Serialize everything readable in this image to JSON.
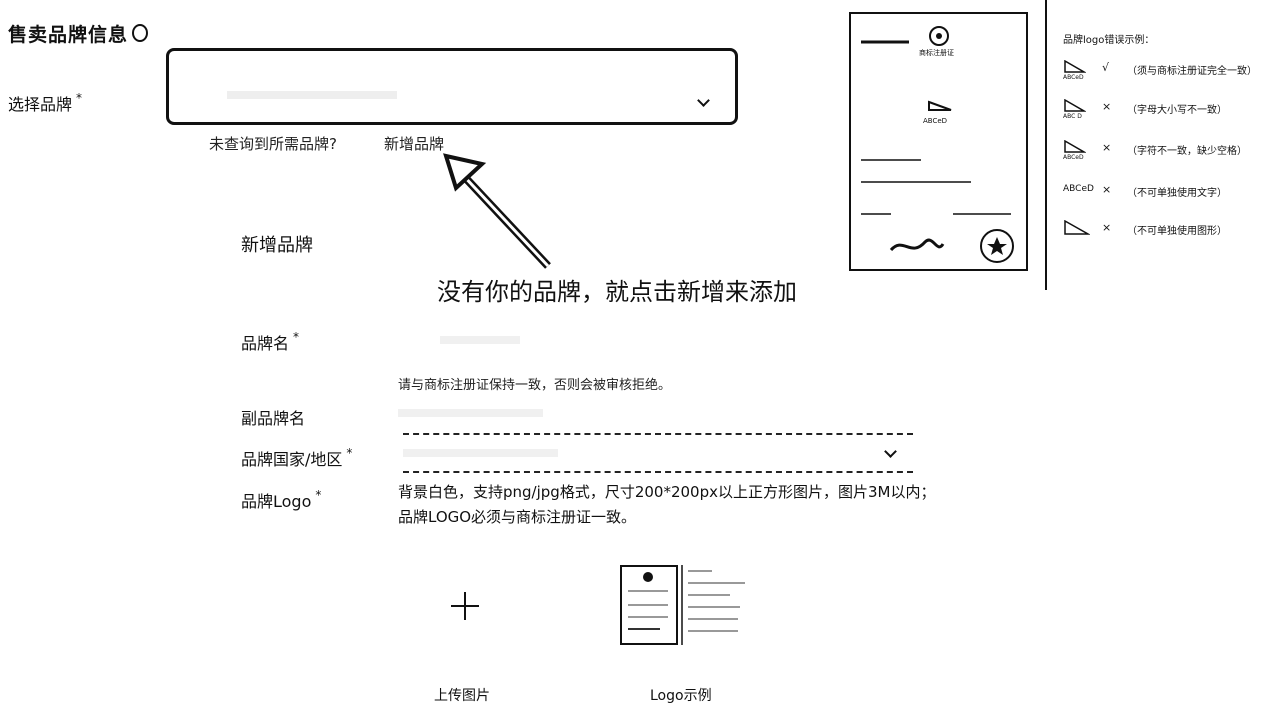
{
  "section": {
    "title": "售卖品牌信息"
  },
  "brand_select": {
    "label": "选择品牌",
    "required_mark": "*",
    "value": "",
    "not_found_text": "未查询到所需品牌?",
    "add_link": "新增品牌"
  },
  "annotation": {
    "text": "没有你的品牌，就点击新增来添加"
  },
  "new_brand": {
    "heading": "新增品牌",
    "fields": {
      "brand_name_label": "品牌名",
      "brand_name_required": "*",
      "brand_name_hint": "请与商标注册证保持一致，否则会被审核拒绝。",
      "sub_brand_label": "副品牌名",
      "country_label": "品牌国家/地区",
      "country_required": "*",
      "logo_label": "品牌Logo",
      "logo_required": "*",
      "logo_hint_line1": "背景白色，支持png/jpg格式，尺寸200*200px以上正方形图片，图片3M以内；",
      "logo_hint_line2": "品牌LOGO必须与商标注册证一致。"
    },
    "upload_label": "上传图片",
    "logo_example_label": "Logo示例"
  },
  "error_examples": {
    "title": "品牌logo错误示例：",
    "items": [
      {
        "sub": "ABCeD",
        "mark": "√",
        "desc": "（须与商标注册证完全一致）"
      },
      {
        "sub": "ABC D",
        "mark": "×",
        "desc": "（字母大小写不一致）"
      },
      {
        "sub": "ABCeD",
        "mark": "×",
        "desc": "（字符不一致，缺少空格）"
      },
      {
        "sub": "ABCeD",
        "mark": "×",
        "desc": "（不可单独使用文字）"
      },
      {
        "sub": "",
        "mark": "×",
        "desc": "（不可单独使用图形）"
      }
    ]
  },
  "certificate": {
    "title": "商标注册证",
    "logo_text": "ABCeD"
  },
  "icons": {
    "info": "info-circle-icon",
    "chevron": "chevron-down-icon",
    "plus": "plus-icon",
    "arrow": "arrow-annotation-icon"
  }
}
